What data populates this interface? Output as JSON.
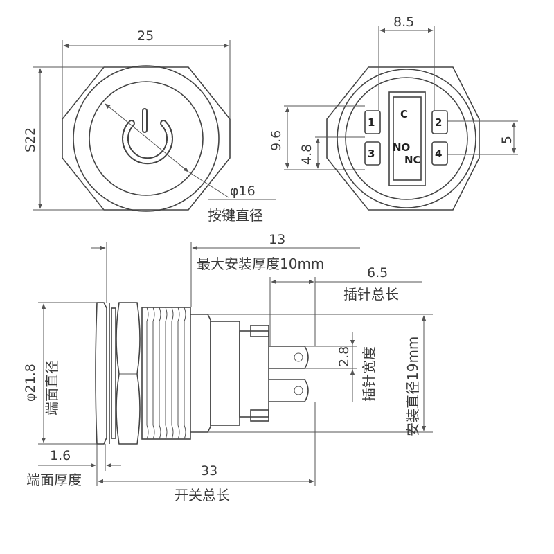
{
  "dimensions": {
    "front_width": "25",
    "hex_size": "S22",
    "button_diameter": "φ16",
    "rear_width": "8.5",
    "pin_spacing_outer": "9.6",
    "pin_spacing_inner": "4.8",
    "pin_row_spacing": "5",
    "max_mount_thickness_value": "13",
    "pin_length_value": "6.5",
    "pin_width_value": "2.8",
    "face_diameter": "φ21.8",
    "face_thickness_value": "1.6",
    "total_length_value": "33"
  },
  "labels": {
    "button_diameter": "按键直径",
    "max_mount_thickness": "最大安装厚度10mm",
    "pin_length": "插针总长",
    "pin_width": "插针宽度",
    "mount_diameter": "安装直径19mm",
    "face_diameter": "端面直径",
    "face_thickness": "端面厚度",
    "total_length": "开关总长"
  },
  "pins": {
    "p1": "1",
    "p2": "2",
    "p3": "3",
    "p4": "4",
    "common": "C",
    "no": "NO",
    "nc": "NC"
  },
  "colors": {
    "line": "#444444",
    "text": "#3a3a3a"
  }
}
